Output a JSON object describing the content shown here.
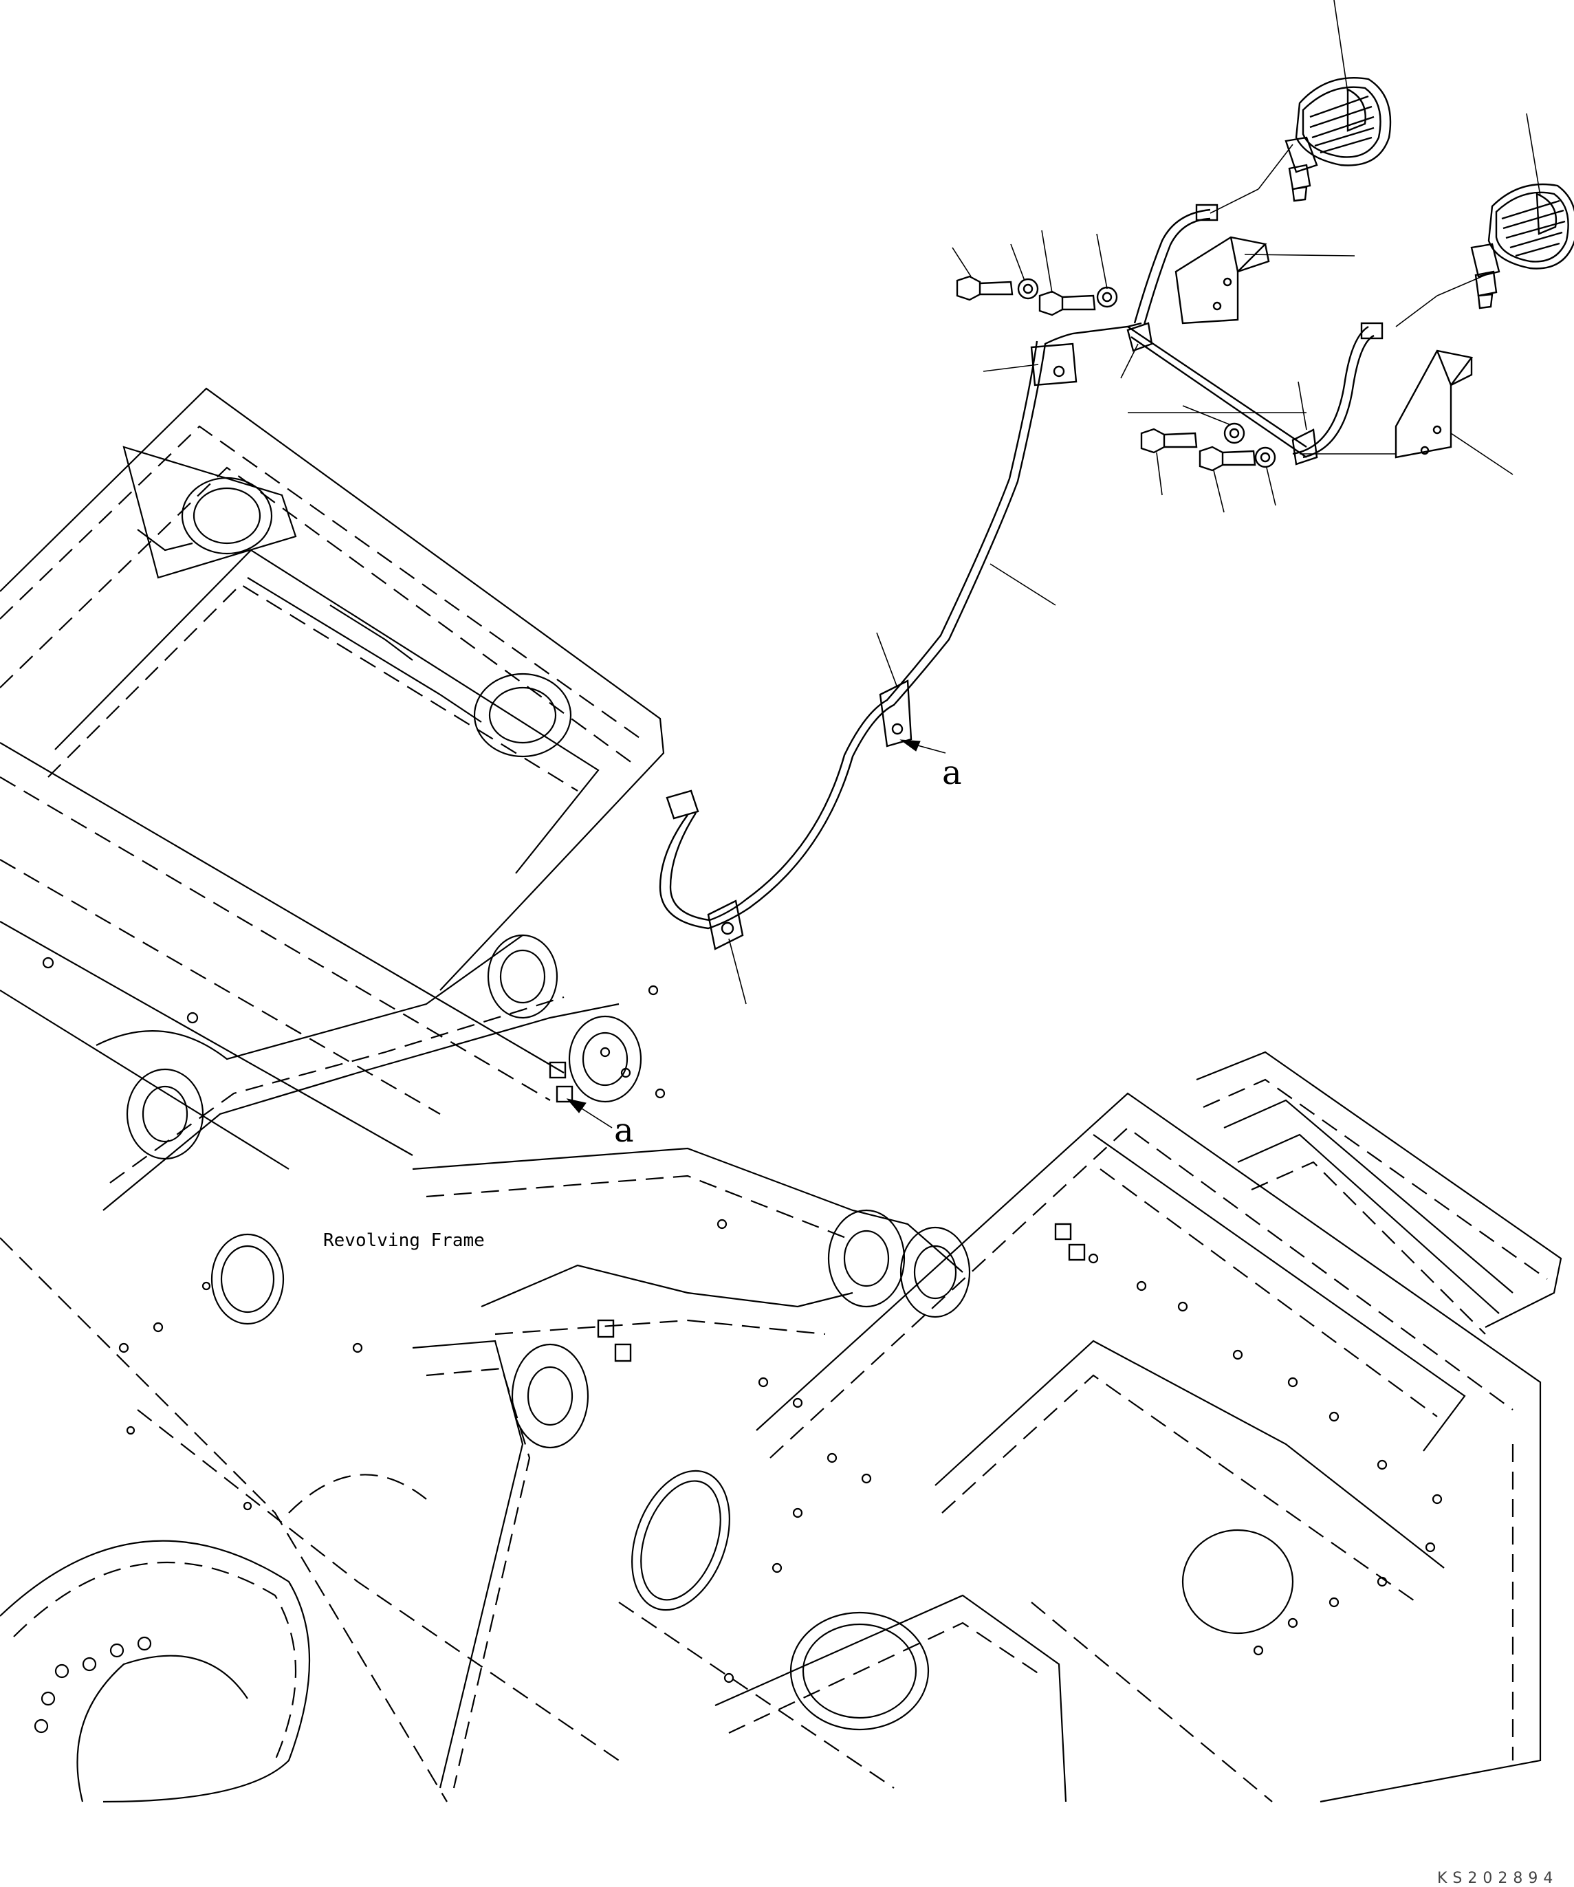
{
  "labels": {
    "view_marker_upper": "a",
    "view_marker_lower": "a",
    "frame_label": "Revolving Frame",
    "drawing_code": "KS202894"
  }
}
